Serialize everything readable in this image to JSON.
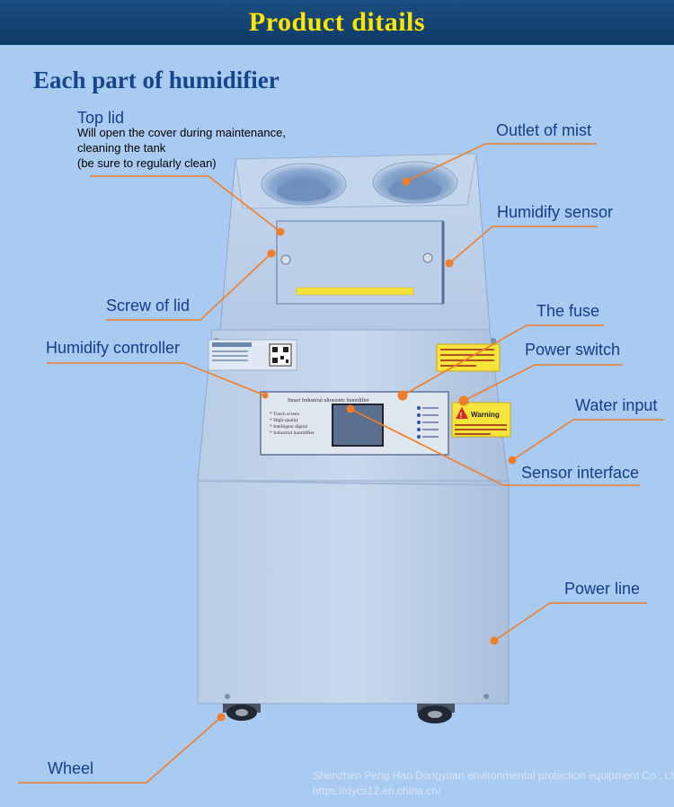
{
  "banner": {
    "title": "Product ditails"
  },
  "section": {
    "title": "Each part of humidifier"
  },
  "parts": {
    "top_lid": {
      "label": "Top lid",
      "description": [
        "Will open the cover during maintenance,",
        "cleaning the tank",
        "(be sure to regularly clean)"
      ]
    },
    "outlet_of_mist": {
      "label": "Outlet of mist"
    },
    "humidify_sensor": {
      "label": "Humidify sensor"
    },
    "screw_of_lid": {
      "label": "Screw of lid"
    },
    "the_fuse": {
      "label": "The fuse"
    },
    "humidify_controller": {
      "label": "Humidify controller"
    },
    "power_switch": {
      "label": "Power switch"
    },
    "water_input": {
      "label": "Water input"
    },
    "sensor_interface": {
      "label": "Sensor interface"
    },
    "power_line": {
      "label": "Power line"
    },
    "wheel": {
      "label": "Wheel"
    }
  },
  "device": {
    "warning_label": "Warning",
    "panel_title": "Smart Industrial ultrasonic humidifier",
    "panel_features": [
      "* Touch screen",
      "* High-quality",
      "* Intelligent digital",
      "* Industrial humidifier"
    ]
  },
  "watermark": {
    "line1": "Shenzhen Peng Hao Dongyuan environmental protection equipment Co., Ltd.",
    "line2": "https://dycs12.en.china.cn/"
  },
  "colors": {
    "background": "#a9cbf2",
    "banner": "#14457a",
    "banner_text": "#ffe600",
    "label_text": "#143d8a",
    "leader_line": "#f07d2a"
  }
}
